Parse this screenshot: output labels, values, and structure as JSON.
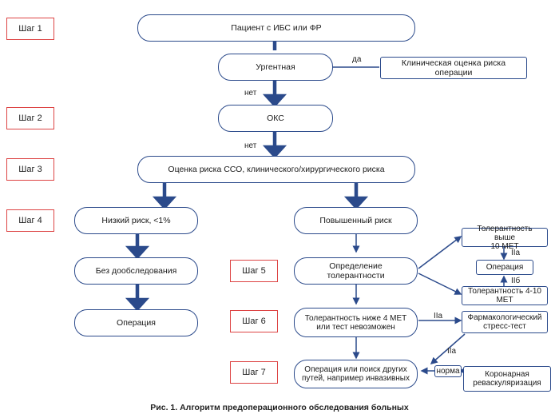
{
  "steps": [
    "Шаг 1",
    "Шаг 2",
    "Шаг 3",
    "Шаг 4",
    "Шаг 5",
    "Шаг 6",
    "Шаг 7"
  ],
  "nodes": {
    "patient": "Пациент с ИБС или ФР",
    "urgent": "Ургентная",
    "clinical": "Клиническая оценка риска операции",
    "oks": "ОКС",
    "risk_eval": "Оценка риска ССО, клинического/хирургического риска",
    "low_risk": "Низкий риск, <1%",
    "high_risk": "Повышенный риск",
    "no_exam": "Без дообследования",
    "surgery_left": "Операция",
    "tolerance_def": "Определение толерантности",
    "tol_above": "Толерантность выше\n10 МЕТ",
    "surgery_right": "Операция",
    "tol_range": "Толерантность 4-10\nМЕТ",
    "tol_below": "Толерантность ниже 4 МЕТ\nили тест невозможен",
    "pharma": "Фармакологический\nстресс-тест",
    "op_search": "Операция или поиск других\nпутей, например инвазивных",
    "norm": "норма",
    "coronary": "Коронарная\nреваскуляризация"
  },
  "labels": {
    "yes": "да",
    "no1": "нет",
    "no2": "нет",
    "iia1": "IIa",
    "iib": "IIб",
    "iia2": "IIa",
    "iia3": "IIa"
  },
  "caption": "Рис. 1. Алгоритм предоперационного обследования больных"
}
